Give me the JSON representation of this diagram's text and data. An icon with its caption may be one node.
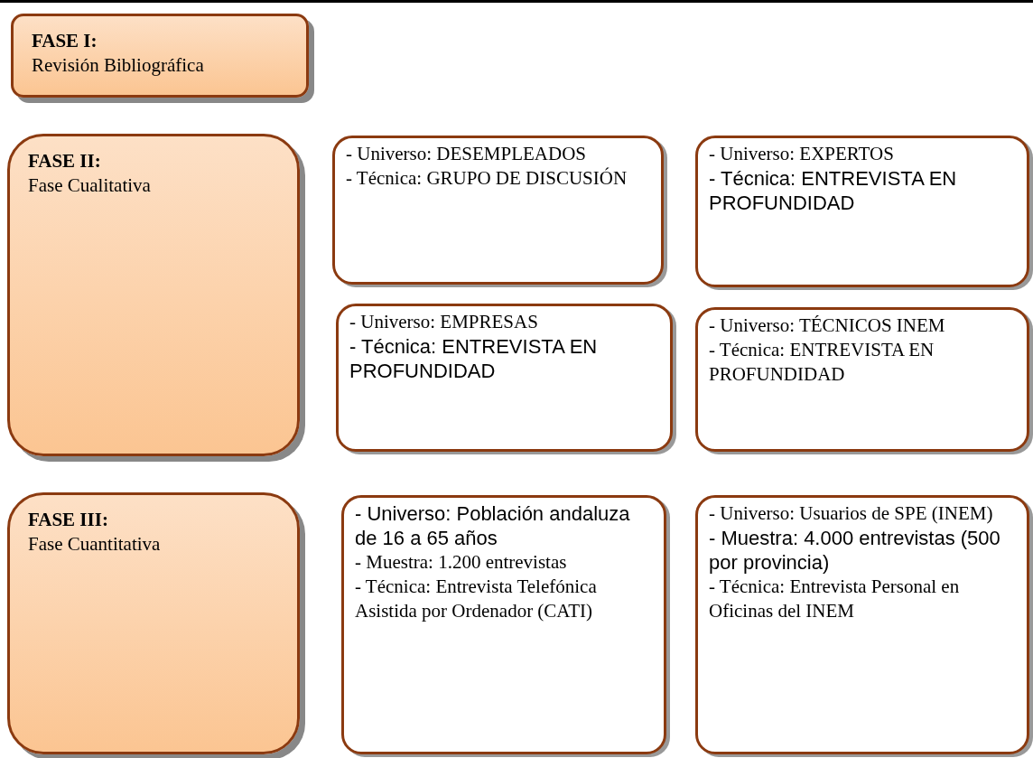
{
  "diagram": {
    "nodes": [
      {
        "text": [
          "FASE I:",
          "Revisión Bibliográfica"
        ]
      },
      {
        "text": [
          "FASE II:",
          "Fase Cualitativa"
        ]
      },
      {
        "text": [
          "- Universo: DESEMPLEADOS",
          "- Técnica: GRUPO DE DISCUSIÓN"
        ]
      },
      {
        "text": [
          "- Universo: EXPERTOS",
          "- Técnica: ENTREVISTA EN PROFUNDIDAD"
        ]
      },
      {
        "text": [
          "- Universo: EMPRESAS",
          "- Técnica: ENTREVISTA EN PROFUNDIDAD"
        ]
      },
      {
        "text": [
          "- Universo: TÉCNICOS INEM",
          "- Técnica: ENTREVISTA EN PROFUNDIDAD"
        ]
      },
      {
        "text": [
          "FASE III:",
          "Fase Cuantitativa"
        ]
      },
      {
        "text": [
          "- Universo: Población andaluza de 16 a 65 años",
          "- Muestra: 1.200 entrevistas",
          "- Técnica: Entrevista Telefónica Asistida por Ordenador (CATI)"
        ]
      },
      {
        "text": [
          "- Universo: Usuarios de SPE (INEM)",
          "- Muestra: 4.000 entrevistas (500 por provincia)",
          "- Técnica: Entrevista Personal en Oficinas del INEM"
        ]
      }
    ]
  }
}
